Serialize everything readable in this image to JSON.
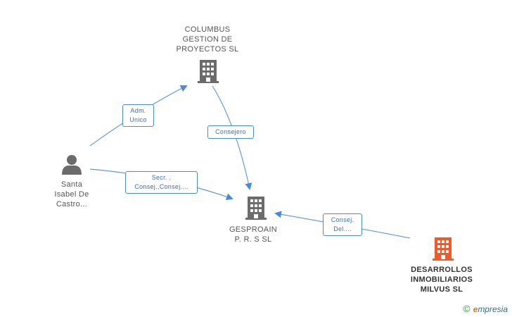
{
  "nodes": {
    "columbus": {
      "lines": [
        "COLUMBUS",
        "GESTION DE",
        "PROYECTOS SL"
      ],
      "icon": "building-icon",
      "color": "#6b6b6b"
    },
    "santa": {
      "lines": [
        "Santa",
        "Isabel De",
        "Castro..."
      ],
      "icon": "person-icon",
      "color": "#6b6b6b"
    },
    "gesproain": {
      "lines": [
        "GESPROAIN",
        "P. R. S SL"
      ],
      "icon": "building-icon",
      "color": "#6b6b6b"
    },
    "desarrollos": {
      "lines": [
        "DESARROLLOS",
        "INMOBILIARIOS",
        "MILVUS SL"
      ],
      "icon": "building-icon",
      "color": "#f05a28"
    }
  },
  "edges": {
    "adm": {
      "lines": [
        "Adm.",
        "Unico"
      ]
    },
    "consejero": {
      "lines": [
        "Consejero"
      ]
    },
    "secr": {
      "lines": [
        "Secr. ,",
        "Consej.,Consej...."
      ]
    },
    "consej_del": {
      "lines": [
        "Consej.",
        "Del...."
      ]
    }
  },
  "colors": {
    "edge": "#4a8bd8",
    "label_border": "#4a8bd8"
  },
  "footer": {
    "copyright": "©",
    "brand_e": "e",
    "brand_rest": "mpresia"
  }
}
